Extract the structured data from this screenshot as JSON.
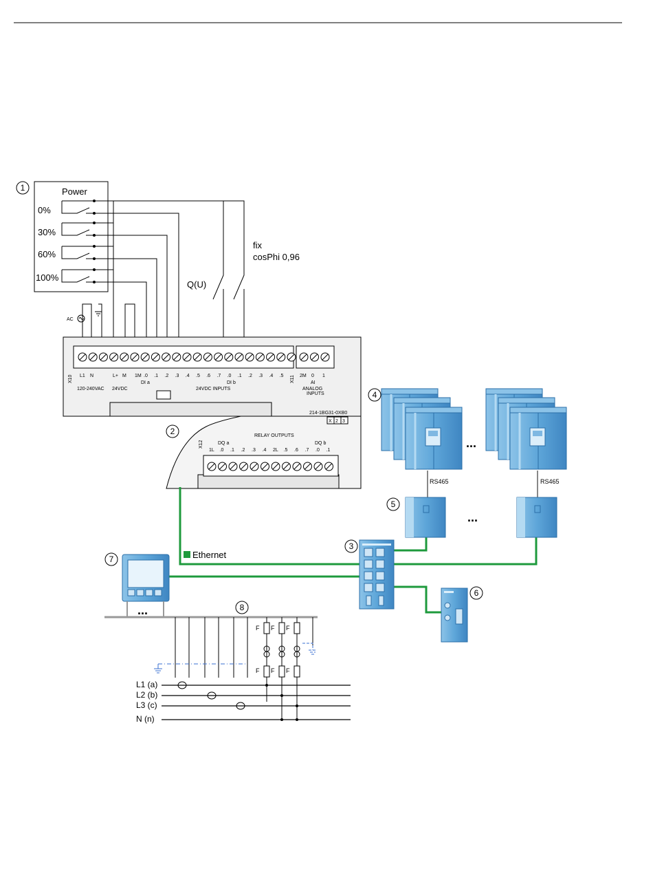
{
  "callouts": {
    "c1": "1",
    "c2": "2",
    "c3": "3",
    "c4": "4",
    "c5": "5",
    "c6": "6",
    "c7": "7",
    "c8": "8"
  },
  "power": {
    "title": "Power",
    "levels": [
      "0%",
      "30%",
      "60%",
      "100%"
    ]
  },
  "switches": {
    "qu": "Q(U)",
    "fix": "fix",
    "cosphi": "cosPhi 0,96"
  },
  "plc": {
    "ac": "AC",
    "order": "214-1BG31-0XB0",
    "flags": [
      "X",
      "2",
      "3"
    ],
    "top": {
      "l1": "L1",
      "n": "N",
      "lplus": "L+",
      "m": "M",
      "m1": "1M",
      "ac_range": "120-240VAC",
      "dc24": "24VDC",
      "dia": "DI a",
      "dib": "DI b",
      "inputs": "24VDC INPUTS",
      "m2": "2M",
      "ai0": "0",
      "ai1": "1",
      "ai": "AI",
      "analog": "ANALOG",
      "analog_inputs": "INPUTS",
      "x10": "X10",
      "x11": "X11",
      "addresses": [
        ".0",
        ".1",
        ".2",
        ".3",
        ".4",
        ".5",
        ".6",
        ".7",
        ".0",
        ".1",
        ".2",
        ".3",
        ".4",
        ".5"
      ]
    },
    "relay": {
      "title": "RELAY OUTPUTS",
      "dqa": "DQ a",
      "dqb": "DQ b",
      "x12": "X12",
      "labels": [
        "1L",
        ".0",
        ".1",
        ".2",
        ".3",
        ".4",
        "2L",
        ".5",
        ".6",
        ".7",
        ".0",
        ".1"
      ]
    }
  },
  "network": {
    "ethernet": "Ethernet",
    "rs465": "RS465"
  },
  "ellipsis": "...",
  "fuse": "F",
  "phases": [
    "L1 (a)",
    "L2 (b)",
    "L3 (c)",
    "N  (n)"
  ],
  "colors": {
    "ethernet": "#1e9a3c",
    "device_blue": "#5ea6d9",
    "ground_dash": "#3a6fd0"
  }
}
